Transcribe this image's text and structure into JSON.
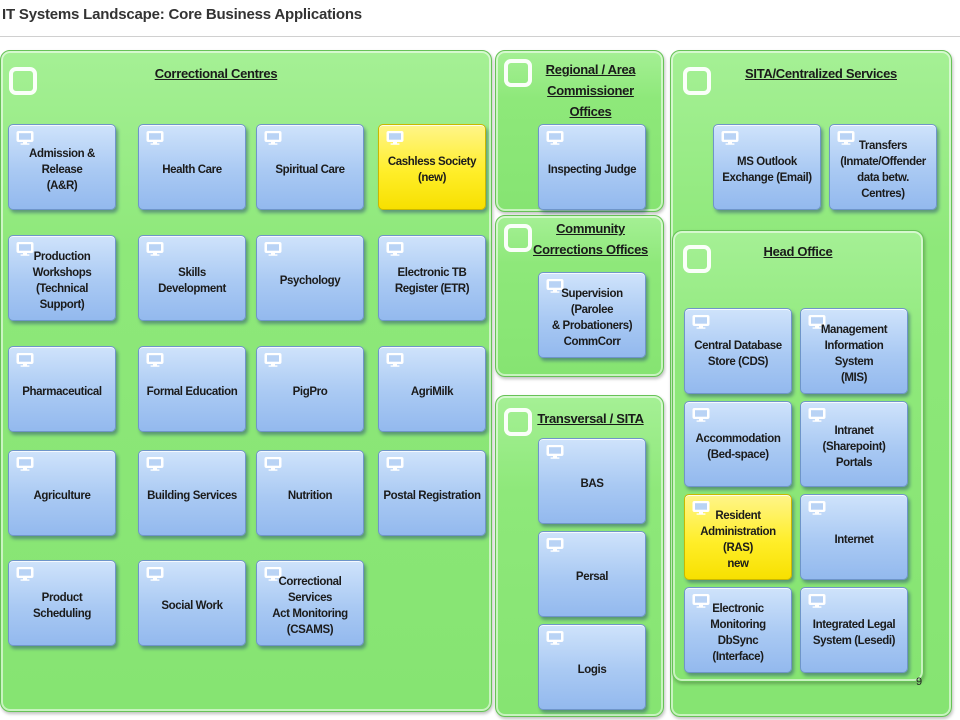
{
  "title": "IT Systems Landscape: Core Business Applications",
  "page_number": "9",
  "panels": {
    "correctional": "Correctional Centres",
    "regional": "Regional / Area\nCommissioner\nOffices",
    "community": "Community\nCorrections Offices",
    "transversal": "Transversal / SITA",
    "sita": "SITA/Centralized Services",
    "head": "Head Office"
  },
  "nodes": {
    "admission": "Admission & Release\n(A&R)",
    "health": "Health Care",
    "spiritual": "Spiritual Care",
    "cashless": "Cashless Society\n(new)",
    "production": "Production\nWorkshops\n(Technical Support)",
    "skills": "Skills Development",
    "psychology": "Psychology",
    "etr": "Electronic TB\nRegister (ETR)",
    "pharma": "Pharmaceutical",
    "formal": "Formal Education",
    "pigpro": "PigPro",
    "agrimilk": "AgriMilk",
    "agriculture": "Agriculture",
    "building": "Building Services",
    "nutrition": "Nutrition",
    "postal": "Postal Registration",
    "product": "Product Scheduling",
    "social": "Social Work",
    "csams": "Correctional Services\nAct Monitoring\n(CSAMS)",
    "inspecting": "Inspecting Judge",
    "supervision": "Supervision (Parolee\n& Probationers)\nCommCorr",
    "bas": "BAS",
    "persal": "Persal",
    "logis": "Logis",
    "outlook": "MS Outlook\nExchange (Email)",
    "transfers": "Transfers\n(Inmate/Offender\ndata betw. Centres)",
    "cds": "Central Database\nStore (CDS)",
    "mis": "Management\nInformation System\n(MIS)",
    "accommodation": "Accommodation\n(Bed-space)",
    "intranet": "Intranet (Sharepoint)\nPortals",
    "ras": "Resident\nAdministration (RAS)\nnew",
    "internet": "Internet",
    "dbsync": "Electronic\nMonitoring DbSync\n(Interface)",
    "lesedi": "Integrated Legal\nSystem (Lesedi)"
  },
  "colors": {
    "panel_green": "#8ee87a",
    "node_blue": "#a9c9f3",
    "node_yellow_new": "#ffee2a"
  },
  "icons": {
    "node": "computer-monitor-icon",
    "panel": "container-bracket-icon"
  }
}
